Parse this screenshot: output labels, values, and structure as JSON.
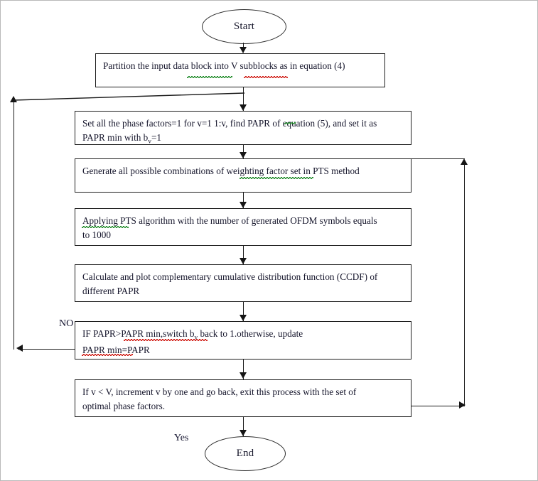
{
  "diagram": {
    "title": "PTS PAPR reduction algorithm flowchart",
    "nodes": {
      "start": {
        "label": "Start",
        "shape": "terminator"
      },
      "end": {
        "label": "End",
        "shape": "terminator"
      },
      "box1": {
        "shape": "process",
        "text": "Partition the input data block  into V subblocks  as in equation (4)"
      },
      "box2": {
        "shape": "process",
        "line1": "Set all the phase factors=1 for v=1 1:v, find PAPR of equation (5), and set it as",
        "line2_pre": "PAPR  min with b",
        "line2_sub": "v",
        "line2_post": "=1"
      },
      "box3": {
        "shape": "process",
        "text": "Generate all possible combinations of weighting  factor  set in PTS method"
      },
      "box4": {
        "shape": "process",
        "line1": "Applying  PTS algorithm with the number of generated OFDM symbols equals",
        "line2": "to 1000"
      },
      "box5": {
        "shape": "process",
        "line1": "Calculate and plot complementary cumulative distribution function (CCDF) of",
        "line2": "different PAPR"
      },
      "box6": {
        "shape": "process",
        "line1_pre": "IF PAPR>PAPR  min,switch b",
        "line1_sub": "v",
        "line1_post": "  back  to 1.otherwise, update",
        "line2": "PAPR  min=PAPR"
      },
      "box7": {
        "shape": "process",
        "line1": "If v < V, increment v by one and go back, exit this process with the set of",
        "line2": "optimal phase factors."
      }
    },
    "edge_labels": {
      "no": "NO",
      "yes": "Yes"
    },
    "colors": {
      "stroke": "#1a1a1a",
      "text": "#15152b",
      "spell_grammar": "#1f8a28",
      "spell_error": "#d01a13",
      "background": "#ffffff"
    }
  }
}
